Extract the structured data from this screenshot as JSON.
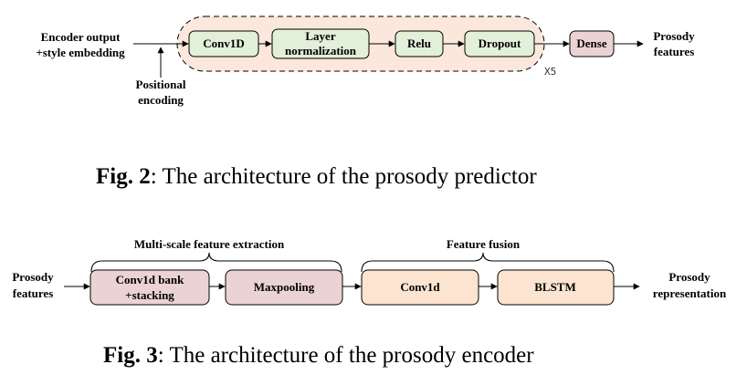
{
  "fig2": {
    "input_line1": "Encoder output",
    "input_line2": "+style embedding",
    "positional_line1": "Positional",
    "positional_line2": "encoding",
    "blocks": {
      "conv1d": "Conv1D",
      "layernorm_line1": "Layer",
      "layernorm_line2": "normalization",
      "relu": "Relu",
      "dropout": "Dropout",
      "dense": "Dense"
    },
    "repeat_label": "X5",
    "output_line1": "Prosody",
    "output_line2": "features",
    "caption_bold": "Fig. 2",
    "caption_text": ": The architecture of the prosody predictor"
  },
  "fig3": {
    "input_line1": "Prosody",
    "input_line2": "features",
    "group1_label": "Multi-scale feature extraction",
    "group2_label": "Feature fusion",
    "blocks": {
      "conv1d_bank_line1": "Conv1d bank",
      "conv1d_bank_line2": "+stacking",
      "maxpooling": "Maxpooling",
      "conv1d": "Conv1d",
      "blstm": "BLSTM"
    },
    "output_line1": "Prosody",
    "output_line2": "representation",
    "caption_bold": "Fig. 3",
    "caption_text": ": The architecture of the prosody encoder"
  },
  "colors": {
    "green_box": "#e2efd9",
    "pink_box": "#ecd3d3",
    "peach_box": "#fce4d0",
    "dashed_region": "#fbe7dc",
    "stroke": "#000000"
  }
}
